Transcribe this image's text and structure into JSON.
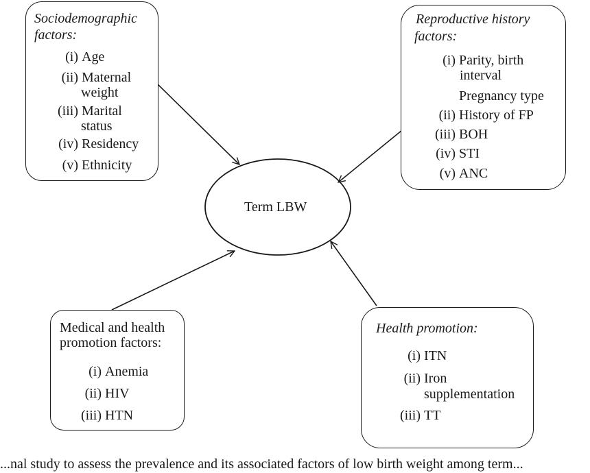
{
  "center": {
    "label": "Term LBW"
  },
  "socio": {
    "title_lines": [
      "Sociodemographic",
      "factors:"
    ],
    "items": [
      {
        "num": "(i)",
        "lines": [
          "Age"
        ]
      },
      {
        "num": "(ii)",
        "lines": [
          "Maternal",
          "weight"
        ]
      },
      {
        "num": "(iii)",
        "lines": [
          "Marital",
          "status"
        ]
      },
      {
        "num": "(iv)",
        "lines": [
          "Residency"
        ]
      },
      {
        "num": "(v)",
        "lines": [
          "Ethnicity"
        ]
      }
    ]
  },
  "repro": {
    "title_lines": [
      "Reproductive history",
      "factors:"
    ],
    "items": [
      {
        "num": "(i)",
        "lines": [
          "Parity, birth",
          "interval"
        ]
      },
      {
        "num": "",
        "lines": [
          "Pregnancy type"
        ]
      },
      {
        "num": "(ii)",
        "lines": [
          "History of FP"
        ]
      },
      {
        "num": "(iii)",
        "lines": [
          "BOH"
        ]
      },
      {
        "num": "(iv)",
        "lines": [
          "STI"
        ]
      },
      {
        "num": "(v)",
        "lines": [
          "ANC"
        ]
      }
    ]
  },
  "medical": {
    "title_lines": [
      "Medical and health",
      "promotion factors:"
    ],
    "items": [
      {
        "num": "(i)",
        "lines": [
          "Anemia"
        ]
      },
      {
        "num": "(ii)",
        "lines": [
          "HIV"
        ]
      },
      {
        "num": "(iii)",
        "lines": [
          "HTN"
        ]
      }
    ]
  },
  "health": {
    "title_lines": [
      "Health promotion:"
    ],
    "items": [
      {
        "num": "(i)",
        "lines": [
          "ITN"
        ]
      },
      {
        "num": "(ii)",
        "lines": [
          "Iron",
          "supplementation"
        ]
      },
      {
        "num": "(iii)",
        "lines": [
          "TT"
        ]
      }
    ]
  },
  "caption": "...nal study to assess the prevalence and its associated factors of low birth weight among term..."
}
